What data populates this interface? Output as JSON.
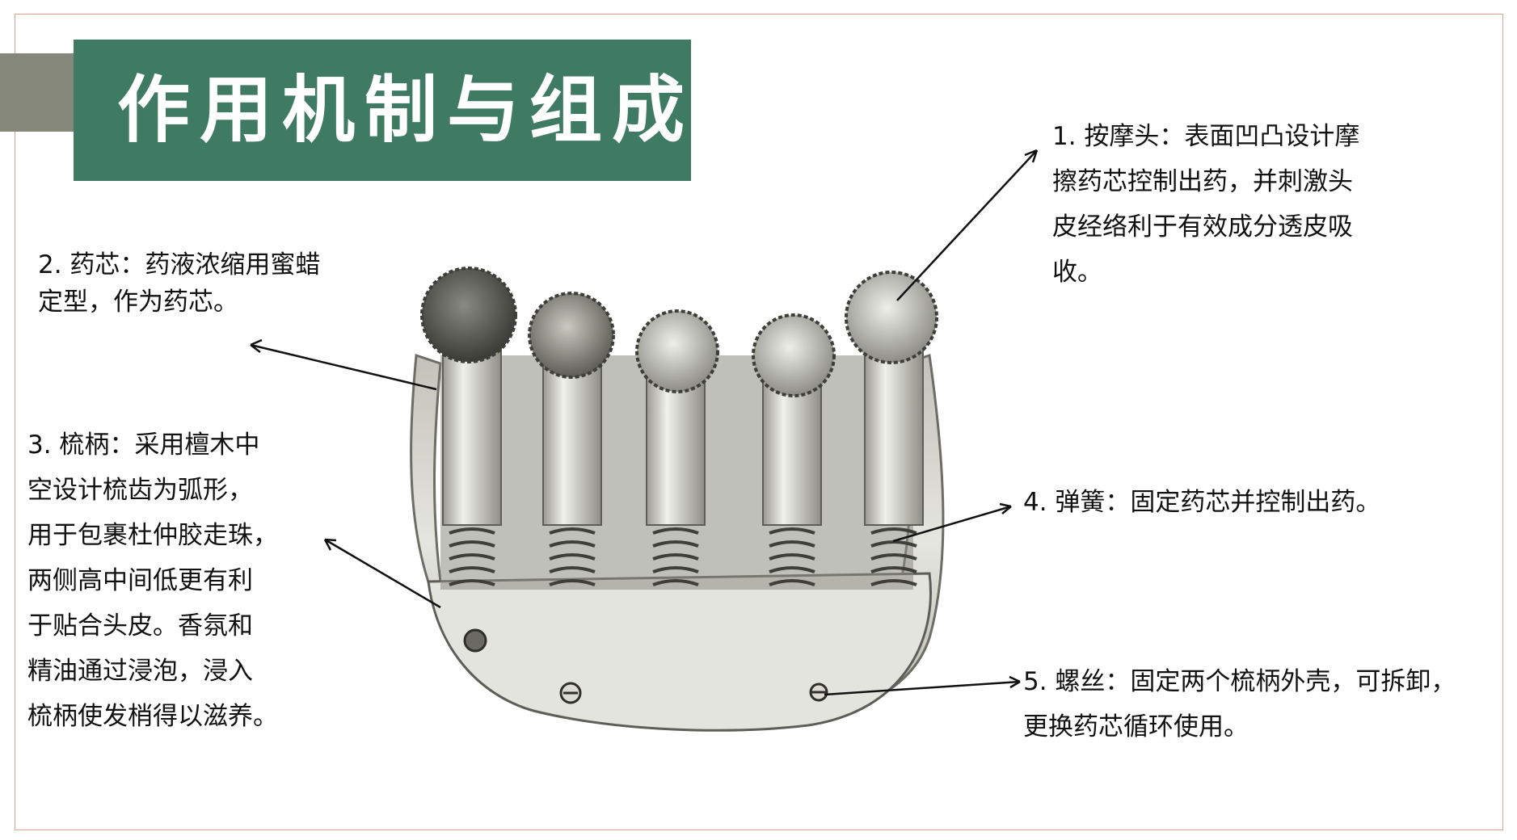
{
  "title": "作用机制与组成",
  "labels": {
    "massage_head": "1. 按摩头：表面凹凸设计摩\n擦药芯控制出药，并刺激头\n皮经络利于有效成分透皮吸\n收。",
    "core": "2. 药芯：药液浓缩用蜜蜡\n定型，作为药芯。",
    "handle": "3. 梳柄：采用檀木中\n空设计梳齿为弧形，\n用于包裹杜仲胶走珠，\n两侧高中间低更有利\n于贴合头皮。香氛和\n精油通过浸泡，浸入\n梳柄使发梢得以滋养。",
    "spring": "4. 弹簧：固定药芯并控制出药。",
    "screw": "5. 螺丝：固定两个梳柄外壳，可拆卸，\n更换药芯循环使用。"
  },
  "colors": {
    "title_band": "#3f7a63",
    "side_tab": "#86877b",
    "frame": "#d9a48f"
  }
}
